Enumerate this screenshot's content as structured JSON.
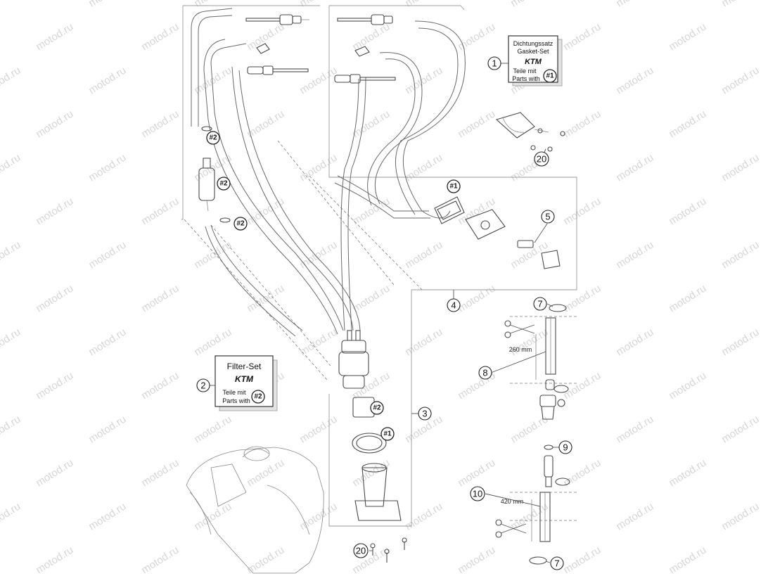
{
  "watermark": "motod.ru",
  "kits": {
    "gasket_set": {
      "line1": "Dichtungssatz",
      "line2": "Gasket-Set",
      "logo": "KTM",
      "line3": "Teile mit",
      "line4": "Parts with",
      "ref": "#1"
    },
    "filter_set": {
      "line1": "Filter-Set",
      "logo": "KTM",
      "line3": "Teile mit",
      "line4": "Parts with",
      "ref": "#2"
    }
  },
  "callouts": {
    "c1": "1",
    "c2": "2",
    "c3": "3",
    "c4": "4",
    "c5": "5",
    "c7a": "7",
    "c7b": "7",
    "c8": "8",
    "c9": "9",
    "c10": "10",
    "c20a": "20",
    "c20b": "20"
  },
  "refs": {
    "r2a": "#2",
    "r2b": "#2",
    "r2c": "#2",
    "r2d": "#2",
    "r1a": "#1",
    "r1b": "#1"
  },
  "dimensions": {
    "hose_8_length": "260 mm",
    "hose_10_length": "420 mm"
  }
}
